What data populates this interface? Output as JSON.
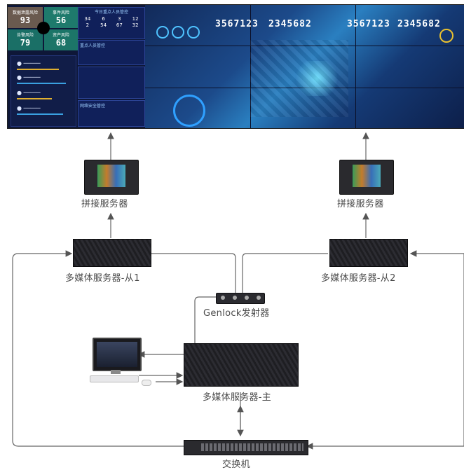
{
  "wall": {
    "risk_tiles": [
      {
        "label": "数据泄露风险",
        "value": "93"
      },
      {
        "label": "事件风险",
        "value": "56"
      },
      {
        "label": "告警风险",
        "value": "79"
      },
      {
        "label": "资产风险",
        "value": "68"
      }
    ],
    "table_title": "今日重点人员管控",
    "table_values": [
      "34",
      "6",
      "3",
      "12",
      "2",
      "54",
      "67",
      "32"
    ],
    "counters": [
      "3567123",
      "2345682",
      "3567123",
      "2345682"
    ],
    "side_panel_1": "重点人员管控",
    "side_panel_2": "网络安全管控"
  },
  "nodes": {
    "splice_left": "拼接服务器",
    "splice_right": "拼接服务器",
    "media_slave1": "多媒体服务器-从1",
    "media_slave2": "多媒体服务器-从2",
    "genlock": "Genlock发射器",
    "media_master": "多媒体服务器-主",
    "switch": "交换机"
  }
}
